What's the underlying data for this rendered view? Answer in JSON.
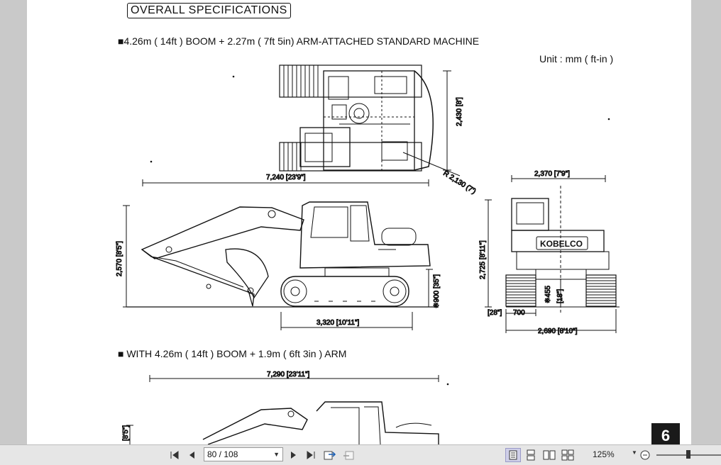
{
  "document": {
    "title": "OVERALL SPECIFICATIONS",
    "heading1": "■4.26m ( 14ft ) BOOM  +  2.27m ( 7ft 5in) ARM-ATTACHED  STANDARD  MACHINE",
    "unit": "Unit  : mm ( ft-in )",
    "heading2": "■  WITH  4.26m ( 14ft ) BOOM  +  1.9m ( 6ft 3in ) ARM",
    "brand": "KOBELCO",
    "page_badge": "6",
    "dimensions": {
      "top_width": "2,430 [8']",
      "swing_radius": "R 2,130 (7')",
      "overall_length": "7,240 [23'9\"]",
      "overall_height": "2,570 [8'5\"]",
      "ground_clearance": "※900 [35\"]",
      "track_length": "3,320 [10'11\"]",
      "rear_width": "2,370 [7'9\"]",
      "rear_height": "2,725 [8'11\"]",
      "clearance_455": "※455",
      "clearance_18": "[18\"]",
      "shoe_28": "[28\"]",
      "shoe_700": "700",
      "track_width": "2,690 [8'10\"]",
      "overall_length2": "7,290 [23'11\"]",
      "partial_height2": "[8'5\"]"
    }
  },
  "toolbar": {
    "page_field": "80 / 108",
    "zoom": "125%",
    "icons": [
      "first-page-icon",
      "prev-page-icon",
      "next-page-icon",
      "last-page-icon",
      "go-back-icon",
      "go-forward-icon",
      "single-page-icon",
      "continuous-icon",
      "facing-icon",
      "facing-continuous-icon",
      "zoom-out-icon"
    ]
  }
}
